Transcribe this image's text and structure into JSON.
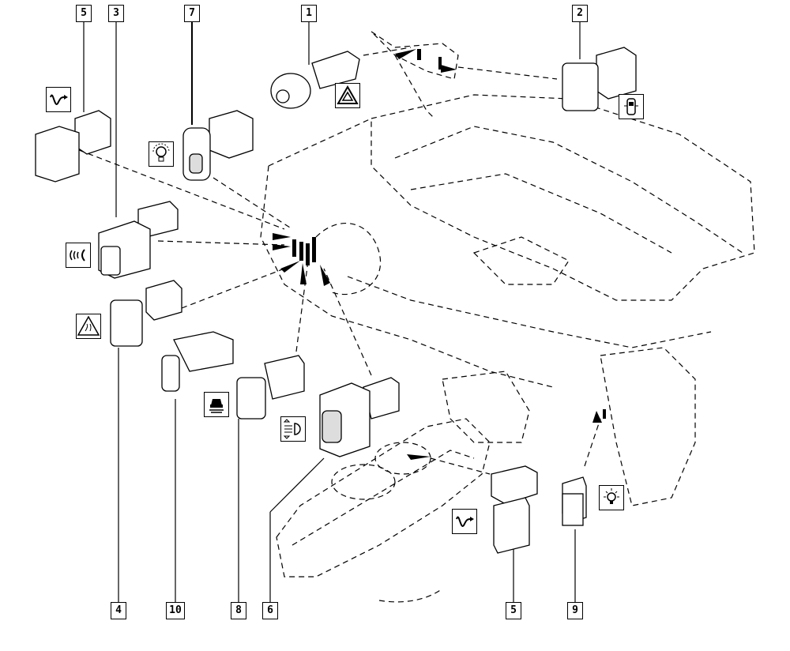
{
  "diagram": {
    "type": "exploded-view",
    "subject": "Dashboard switch locations",
    "line_color": "#000000",
    "background": "#ffffff"
  },
  "callouts": [
    {
      "id": "c5a",
      "label": "5"
    },
    {
      "id": "c3",
      "label": "3"
    },
    {
      "id": "c7",
      "label": "7"
    },
    {
      "id": "c1",
      "label": "1"
    },
    {
      "id": "c2",
      "label": "2"
    },
    {
      "id": "c4",
      "label": "4"
    },
    {
      "id": "c10",
      "label": "10"
    },
    {
      "id": "c8",
      "label": "8"
    },
    {
      "id": "c6",
      "label": "6"
    },
    {
      "id": "c5b",
      "label": "5"
    },
    {
      "id": "c9",
      "label": "9"
    }
  ],
  "components": [
    {
      "callout": "1",
      "pictogram": "hazard-warning-triangle-icon",
      "part": "hazard warning switch"
    },
    {
      "callout": "2",
      "pictogram": "door-lock-car-icon",
      "part": "central locking switch"
    },
    {
      "callout": "3",
      "pictogram": "parking-sensor-icon",
      "part": "parking aid switch"
    },
    {
      "callout": "4",
      "pictogram": "stability-control-warning-icon",
      "part": "ESP switch"
    },
    {
      "callout": "5",
      "pictogram": "speed-limiter-wave-icon",
      "part": "cruise control / speed limiter switch"
    },
    {
      "callout": "6",
      "pictogram": "headlight-level-icon",
      "part": "headlight beam adjustment switch"
    },
    {
      "callout": "7",
      "pictogram": "dimmer-bulb-icon",
      "part": "lighting rheostat switch"
    },
    {
      "callout": "8",
      "pictogram": "car-front-fog-icon",
      "part": "fog light switch"
    },
    {
      "callout": "9",
      "pictogram": "interior-light-bulb-icon",
      "part": "interior light switch"
    },
    {
      "callout": "10",
      "pictogram": "",
      "part": "blanking switch"
    }
  ]
}
